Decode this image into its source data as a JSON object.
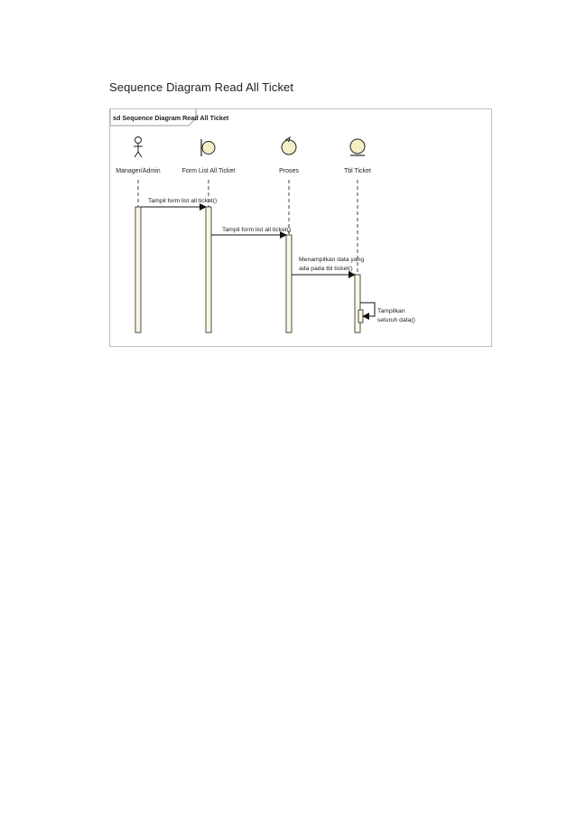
{
  "document": {
    "title": "Sequence Diagram Read All Ticket"
  },
  "diagram": {
    "frame_label": "sd Sequence Diagram Read All Ticket",
    "lifelines": [
      {
        "name": "Manager/Admin",
        "stereotype": "actor"
      },
      {
        "name": "Form List All Ticket",
        "stereotype": "boundary"
      },
      {
        "name": "Proses",
        "stereotype": "control"
      },
      {
        "name": "Tbl Ticket",
        "stereotype": "entity"
      }
    ],
    "messages": [
      {
        "from": "Manager/Admin",
        "to": "Form List All Ticket",
        "lines": [
          "Tampil form list all ticket()"
        ]
      },
      {
        "from": "Form List All Ticket",
        "to": "Proses",
        "lines": [
          "Tampil form list all ticket()"
        ]
      },
      {
        "from": "Proses",
        "to": "Tbl Ticket",
        "lines": [
          "Menampilkan data yang",
          "ada pada tbl ticket()"
        ]
      },
      {
        "from": "Tbl Ticket",
        "to": "Tbl Ticket",
        "lines": [
          "Tampilkan",
          "seluruh data()"
        ]
      }
    ],
    "colors": {
      "activation_fill": "#fbf7e2",
      "icon_fill": "#f6efc6",
      "line": "#111111"
    }
  }
}
